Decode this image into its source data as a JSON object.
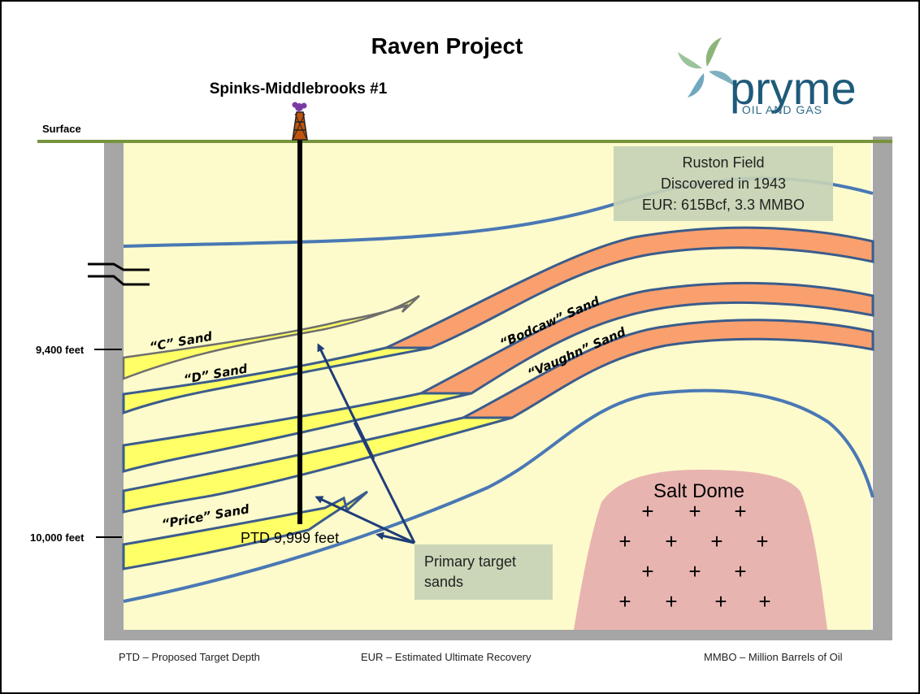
{
  "title": "Raven Project",
  "well": {
    "name": "Spinks-Middlebrooks #1",
    "ptd_label": "PTD 9,999 feet"
  },
  "surface_label": "Surface",
  "depth_labels": [
    "9,400 feet",
    "10,000 feet"
  ],
  "sands": {
    "c": "“C” Sand",
    "d": "“D” Sand",
    "price": "“Price” Sand",
    "bodcaw": "“Bodcaw” Sand",
    "vaughn": "“Vaughn” Sand"
  },
  "ruston_box": [
    "Ruston Field",
    "Discovered in 1943",
    "EUR: 615Bcf, 3.3 MMBO"
  ],
  "target_box": [
    "Primary target",
    "sands"
  ],
  "salt_dome": "Salt Dome",
  "logo": {
    "main": "pryme",
    "sub": "OIL AND GAS"
  },
  "footer": {
    "ptd": "PTD – Proposed Target Depth",
    "eur": "EUR – Estimated Ultimate Recovery",
    "mmbo": "MMBO – Million Barrels of Oil"
  },
  "colors": {
    "background": "#fdfbcc",
    "yellow_sand": "#ffff66",
    "orange_sand": "#f9a06e",
    "horizon_line": "#4a78b4",
    "salt": "#e8b4b0",
    "surface": "#77933c",
    "wall": "#a6a6a6"
  }
}
